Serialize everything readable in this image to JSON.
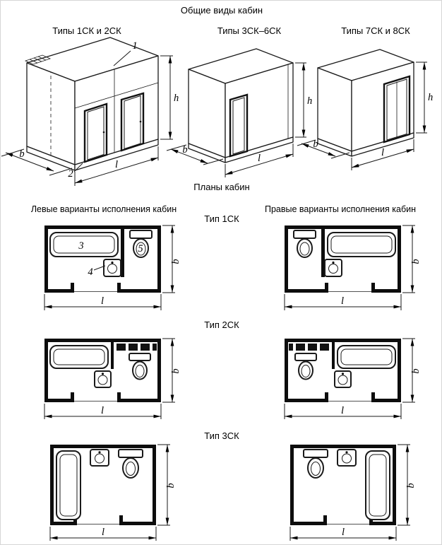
{
  "page": {
    "title": "Общие виды кабин",
    "plans_section_title": "Планы кабин"
  },
  "general_views": {
    "view1": "Типы 1СК и 2СК",
    "view2": "Типы 3СК–6СК",
    "view3": "Типы 7СК и 8СК"
  },
  "plans": {
    "left_header": "Левые варианты исполнения кабин",
    "right_header": "Правые варианты исполнения кабин",
    "row1": "Тип 1СК",
    "row2": "Тип 2СК",
    "row3": "Тип 3СК"
  },
  "dims": {
    "b": "b",
    "l": "l",
    "h": "h"
  },
  "callouts": {
    "c1": "1",
    "c2": "2",
    "c3": "3",
    "c4": "4",
    "c5": "5"
  },
  "colors": {
    "line": "#1a1a1a",
    "wall": "#0d0d0d",
    "background": "#ffffff"
  }
}
